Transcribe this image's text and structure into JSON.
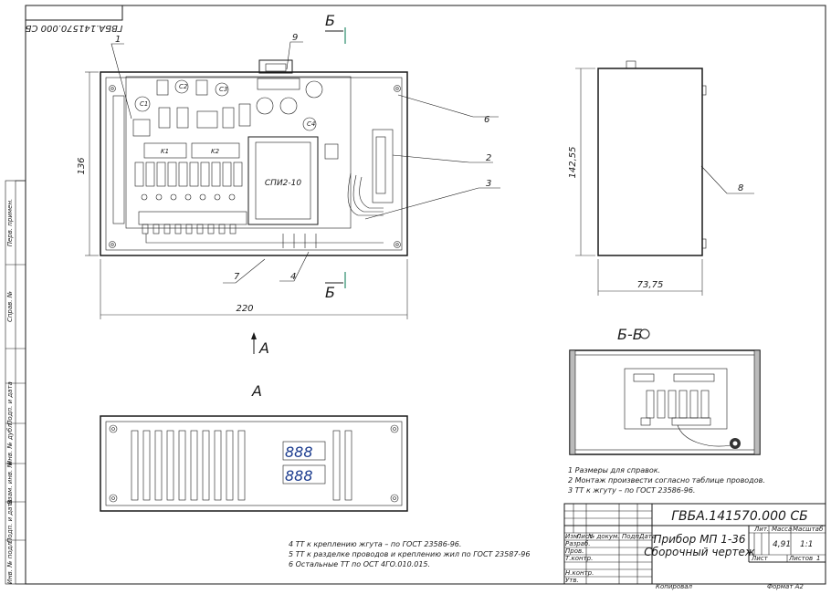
{
  "designation": "ГВБА.141570.000 СБ",
  "designation_rotated": "ГВБА.141570.000 СБ",
  "section_mark": "Б",
  "section_title": "Б-Б",
  "view_mark": "А",
  "view_title": "А",
  "component_text": "СПИ2-10",
  "leader_numbers": [
    "1",
    "2",
    "3",
    "4",
    "6",
    "7",
    "8",
    "9"
  ],
  "dimensions": {
    "height_main": "136",
    "width_main": "220",
    "height_side": "142,55",
    "width_side": "73,75"
  },
  "notes_right": [
    "1 Размеры для справок.",
    "2 Монтаж произвести согласно таблице проводов.",
    "3 ТТ к жгуту – по ГОСТ 23586-96."
  ],
  "notes_bottom": [
    "4 ТТ к креплению жгута – по ГОСТ 23586-96.",
    "5 ТТ к разделке проводов и креплению жил по ГОСТ 23587-96",
    "6 Остальные ТТ по ОСТ 4ГО.010.015."
  ],
  "title_block": {
    "name_line1": "Прибор МП 1-36",
    "name_line2": "Сборочный чертеж",
    "lit_label": "Лит.",
    "mass_label": "Масса",
    "scale_label": "Масштаб",
    "mass": "4,91",
    "scale": "1:1",
    "sheet_label": "Лист",
    "sheets_label": "Листов",
    "sheets": "1",
    "row_labels": [
      "Изм.",
      "Лист",
      "№ докум.",
      "Подп.",
      "Дата"
    ],
    "role_labels": [
      "Разраб.",
      "Пров.",
      "Т.контр.",
      "Н.контр.",
      "Утв."
    ]
  },
  "footer": {
    "copied": "Копировал",
    "format": "Формат А2"
  },
  "side_stamp_labels": [
    "Перв. примен.",
    "Справ. №",
    "Подп. и дата",
    "Инв. № дубл.",
    "Взам. инв. №",
    "Подп. и дата",
    "Инв. № подл."
  ],
  "displays": {
    "digits": "888"
  },
  "relay_labels": [
    "K1",
    "K2"
  ],
  "capacitor_labels": [
    "C1",
    "C2",
    "C3",
    "C4"
  ]
}
